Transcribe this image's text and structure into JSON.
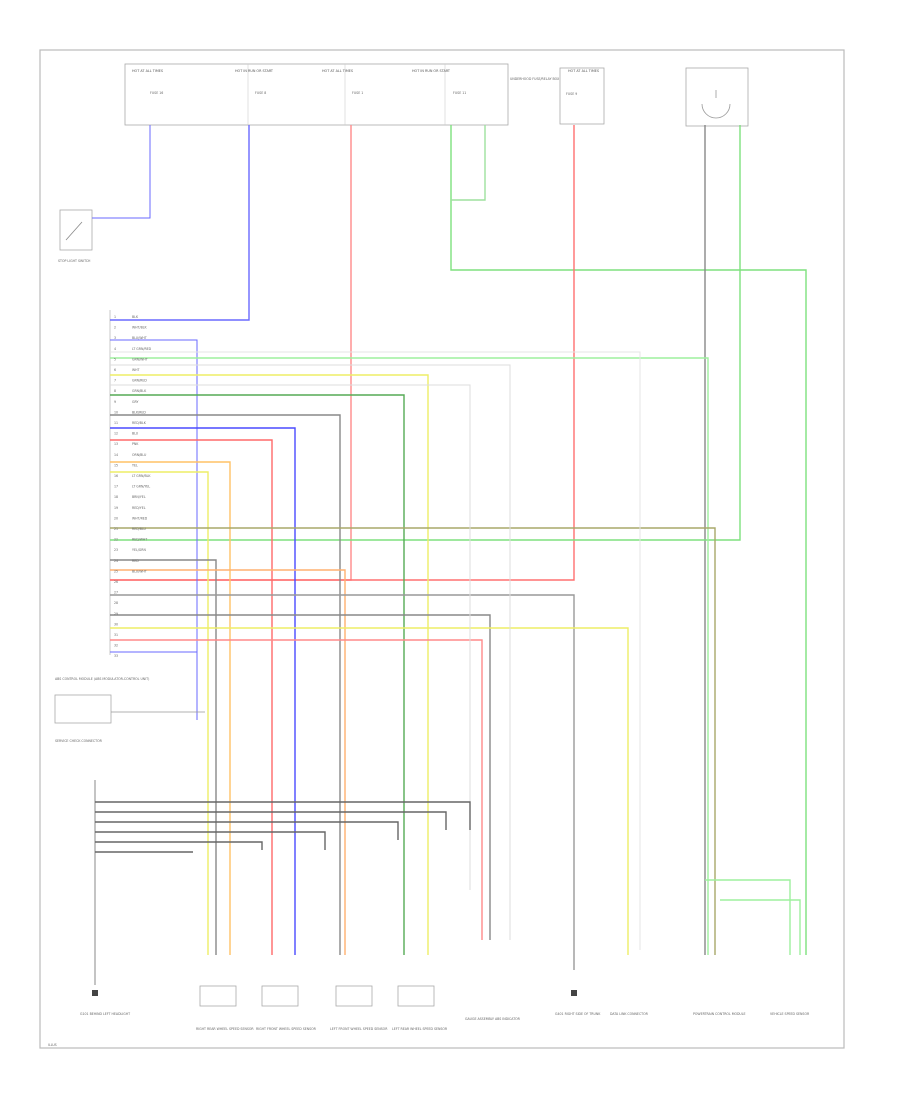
{
  "diagram": {
    "fuse_labels": [
      "HOT AT ALL TIMES",
      "HOT IN RUN OR START",
      "HOT AT ALL TIMES",
      "HOT IN RUN OR START",
      "HOT AT ALL TIMES",
      "UNDERHOOD FUSE/RELAY BOX"
    ],
    "fuse_sublabels": [
      "FUSE 16",
      "FUSE 8",
      "FUSE 1",
      "FUSE 11",
      "FUSE 9"
    ],
    "left_components": {
      "switch": "STOP LIGHT SWITCH",
      "control_unit": "ABS CONTROL MODULE (ABS MODULATOR-CONTROL UNIT)",
      "check_connector": "SERVICE CHECK CONNECTOR",
      "ground_left": "G101 BEHIND LEFT HEADLIGHT"
    },
    "sensors": [
      {
        "label": "RIGHT REAR WHEEL SPEED SENSOR"
      },
      {
        "label": "RIGHT FRONT WHEEL SPEED SENSOR"
      },
      {
        "label": "LEFT FRONT WHEEL SPEED SENSOR"
      },
      {
        "label": "LEFT REAR WHEEL SPEED SENSOR"
      }
    ],
    "bottom_components": [
      "GAUGE ASSEMBLY ABS INDICATOR",
      "G401 RIGHT SIDE OF TRUNK",
      "DATA LINK CONNECTOR",
      "POWERTRAIN CONTROL MODULE",
      "VEHICLE SPEED SENSOR"
    ],
    "pins": [
      "1",
      "2",
      "3",
      "4",
      "5",
      "6",
      "7",
      "8",
      "9",
      "10",
      "11",
      "12",
      "13",
      "14",
      "15",
      "16",
      "17",
      "18",
      "19",
      "20",
      "21",
      "22",
      "23",
      "24",
      "25",
      "26",
      "27",
      "28",
      "29",
      "30",
      "31",
      "32",
      "33"
    ],
    "wire_color_labels": [
      "BLK",
      "WHT/BLK",
      "BLU/WHT",
      "LT GRN/RED",
      "GRN/WHT",
      "WHT",
      "GRN/RED",
      "GRN/BLK",
      "GRY",
      "BLK/RED",
      "RED/BLK",
      "BLU",
      "PNK",
      "ORN/BLU",
      "YEL",
      "LT GRN/BLK",
      "LT GRN/YEL",
      "BRN/YEL",
      "RED/YEL",
      "WHT/RED",
      "RED/BLU",
      "RED/WHT",
      "YEL/GRN",
      "RED",
      "BLU/WHT"
    ],
    "footer": "ILLUS"
  }
}
